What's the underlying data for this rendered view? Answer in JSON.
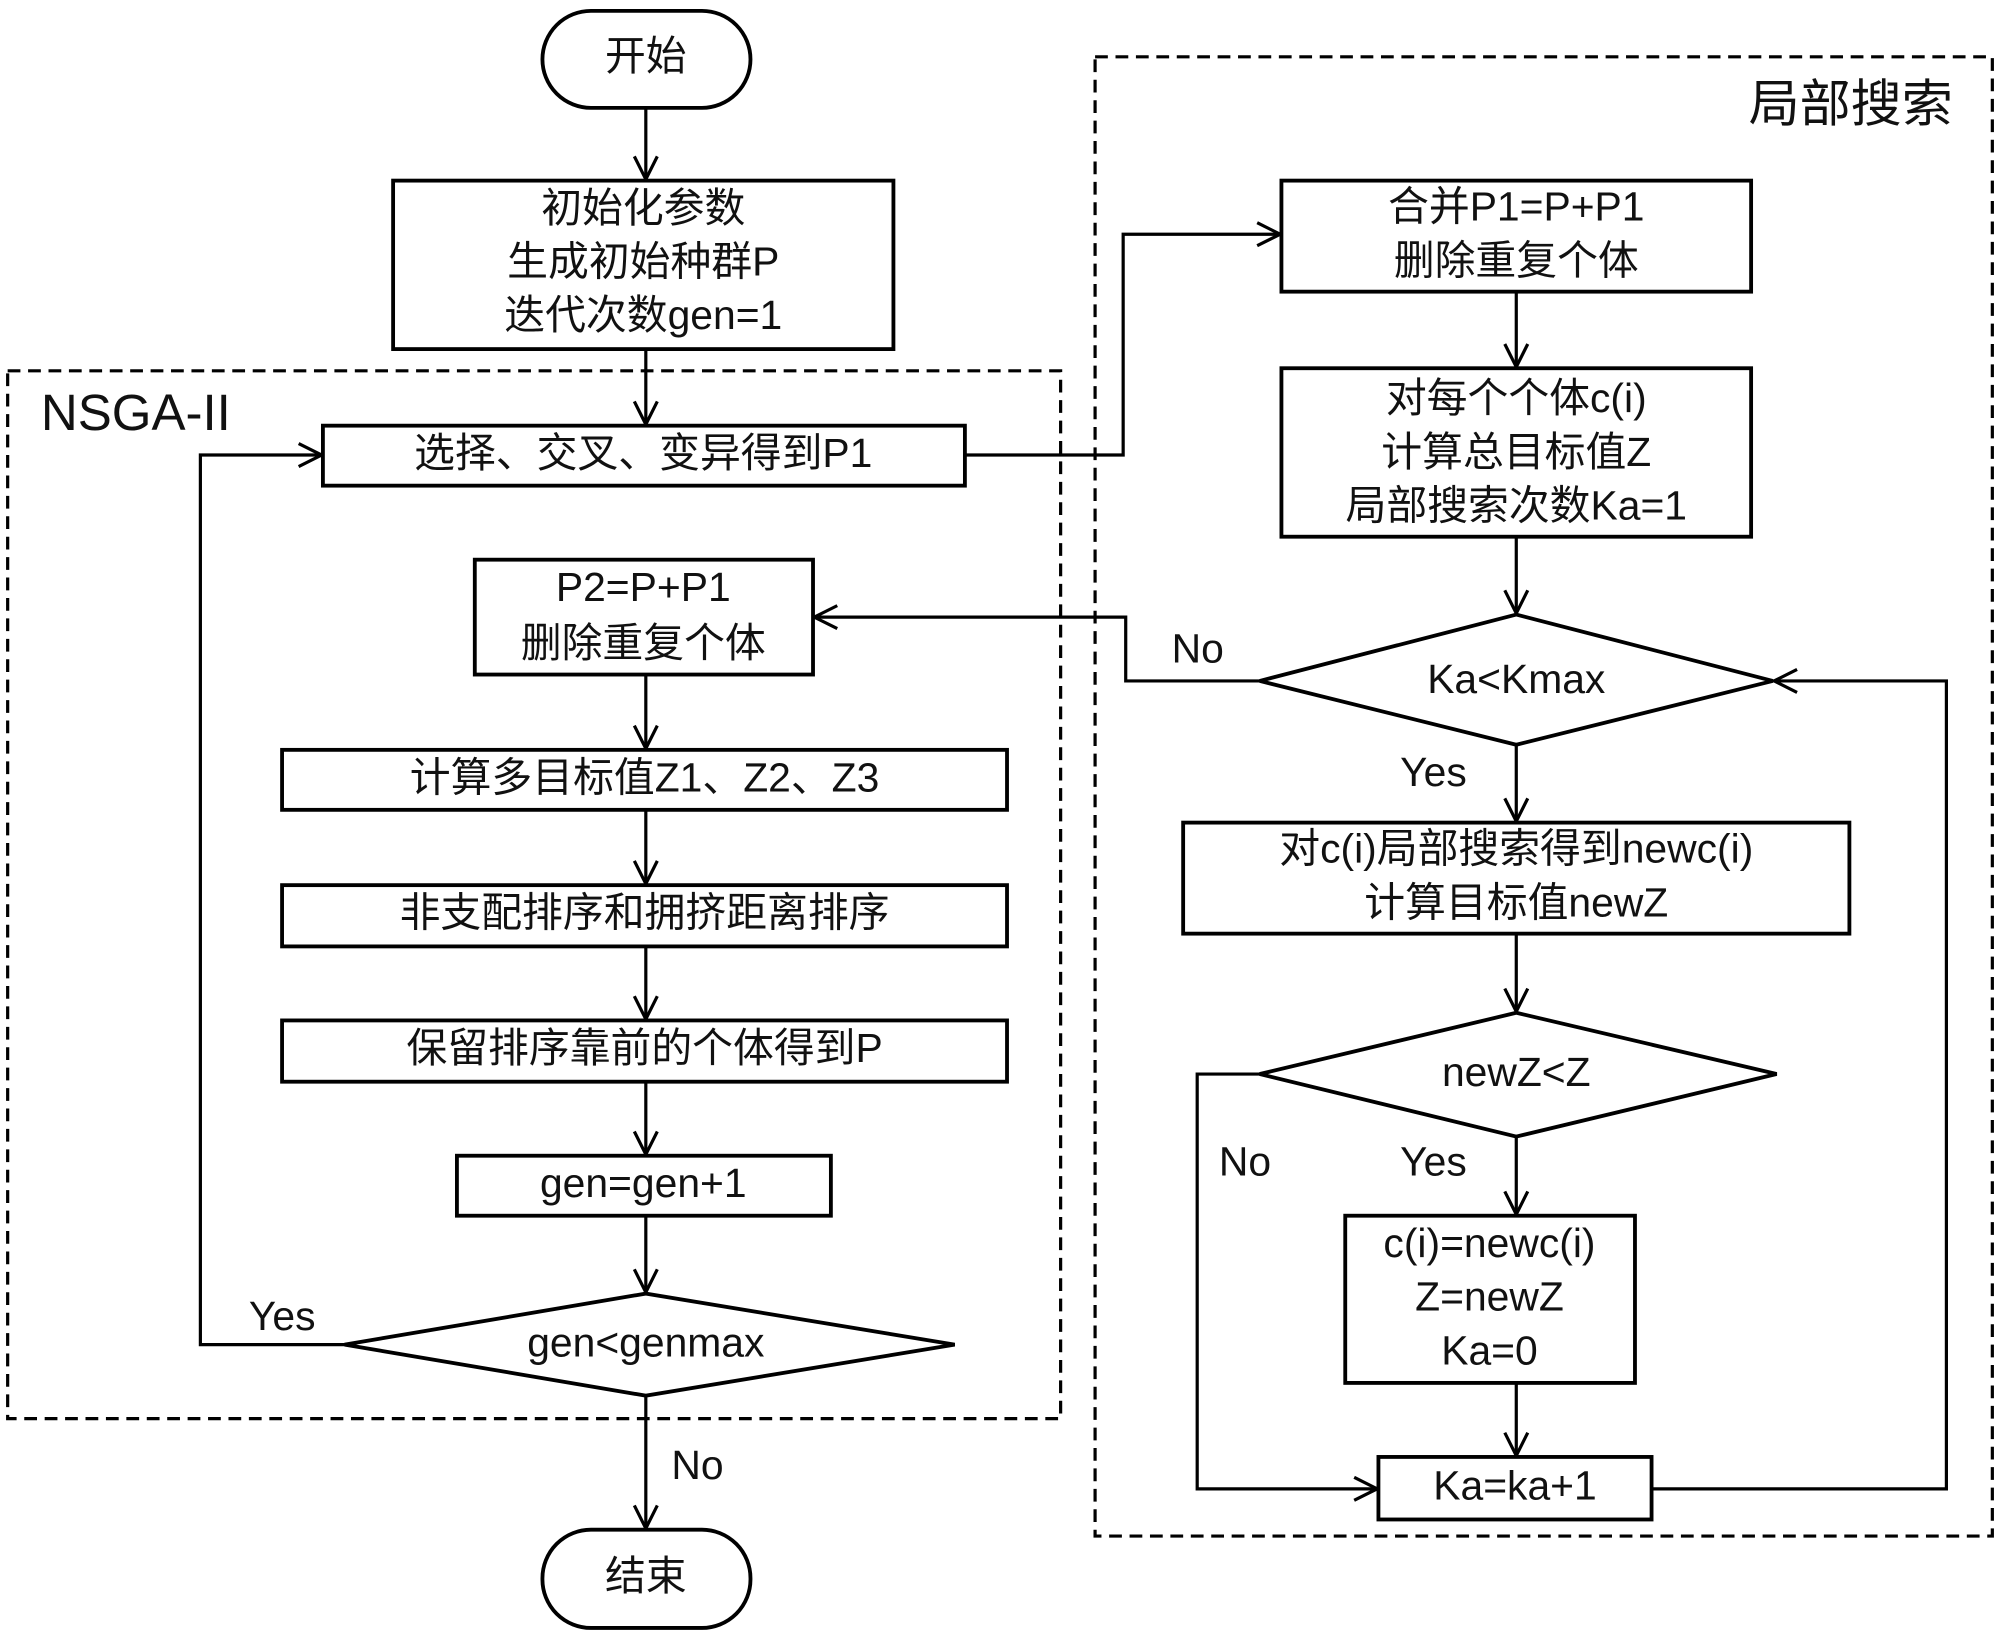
{
  "diagram": {
    "groups": {
      "nsga": {
        "label": "NSGA-II"
      },
      "local": {
        "label": "局部搜索"
      }
    },
    "nodes": {
      "start": {
        "lines": [
          "开始"
        ]
      },
      "init": {
        "lines": [
          "初始化参数",
          "生成初始种群P",
          "迭代次数gen=1"
        ]
      },
      "select": {
        "lines": [
          "选择、交叉、变异得到P1"
        ]
      },
      "merge_p2": {
        "lines": [
          "P2=P+P1",
          "删除重复个体"
        ]
      },
      "calc_multi": {
        "lines": [
          "计算多目标值Z1、Z2、Z3"
        ]
      },
      "sort": {
        "lines": [
          "非支配排序和拥挤距离排序"
        ]
      },
      "keep": {
        "lines": [
          "保留排序靠前的个体得到P"
        ]
      },
      "gen_inc": {
        "lines": [
          "gen=gen+1"
        ]
      },
      "gen_check": {
        "lines": [
          "gen<genmax"
        ]
      },
      "end": {
        "lines": [
          "结束"
        ]
      },
      "merge_p1": {
        "lines": [
          "合并P1=P+P1",
          "删除重复个体"
        ]
      },
      "per_individual": {
        "lines": [
          "对每个个体c(i)",
          "计算总目标值Z",
          "局部搜索次数Ka=1"
        ]
      },
      "ka_check": {
        "lines": [
          "Ka<Kmax"
        ]
      },
      "local_search": {
        "lines": [
          "对c(i)局部搜索得到newc(i)",
          "计算目标值newZ"
        ]
      },
      "newz_check": {
        "lines": [
          "newZ<Z"
        ]
      },
      "update": {
        "lines": [
          "c(i)=newc(i)",
          "Z=newZ",
          "Ka=0"
        ]
      },
      "ka_inc": {
        "lines": [
          "Ka=ka+1"
        ]
      }
    },
    "edge_labels": {
      "gen_yes": "Yes",
      "gen_no": "No",
      "ka_no": "No",
      "ka_yes": "Yes",
      "newz_no": "No",
      "newz_yes": "Yes"
    }
  }
}
